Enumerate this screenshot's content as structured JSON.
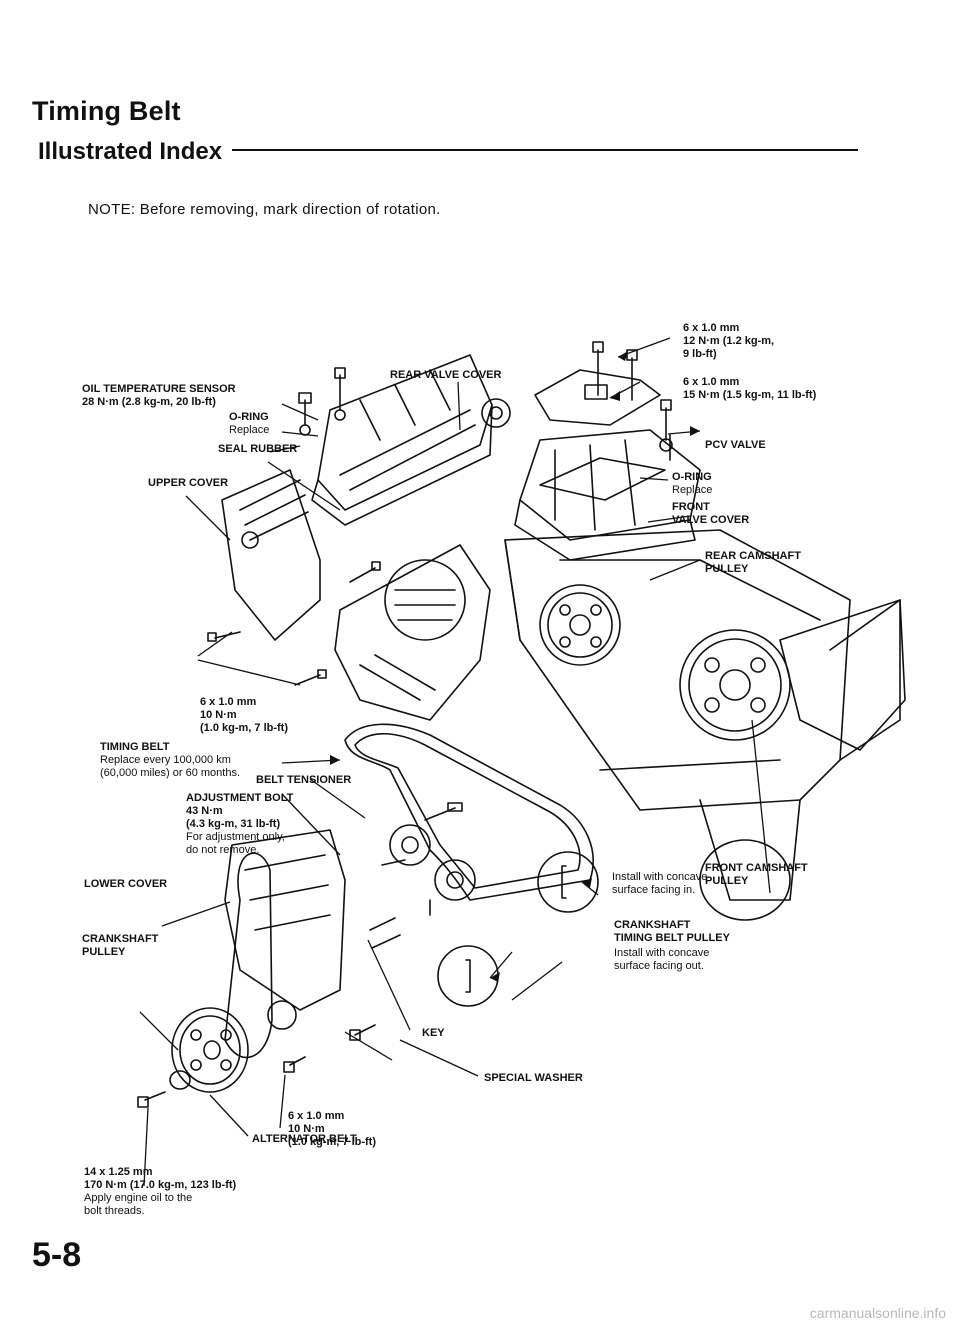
{
  "header": {
    "title": "Timing Belt",
    "subtitle": "Illustrated Index",
    "note": "NOTE: Before removing, mark direction of rotation."
  },
  "labels": {
    "bolt_top_right_1": "6 x 1.0 mm\n12 N·m (1.2 kg-m,\n9 lb-ft)",
    "rear_valve_cover": "REAR VALVE COVER",
    "oil_temp_sensor": "OIL TEMPERATURE SENSOR\n28 N·m (2.8 kg-m, 20 lb-ft)",
    "bolt_top_right_2": "6 x 1.0 mm\n15 N·m (1.5 kg-m, 11 lb-ft)",
    "oring_1_title": "O-RING",
    "oring_1_note": "Replace",
    "seal_rubber": "SEAL RUBBER",
    "pcv_valve": "PCV VALVE",
    "upper_cover": "UPPER COVER",
    "oring_2_title": "O-RING",
    "oring_2_note": "Replace",
    "front_valve_cover": "FRONT\nVALVE COVER",
    "rear_camshaft_pulley": "REAR CAMSHAFT\nPULLEY",
    "bolt_mid_left": "6 x 1.0 mm\n10 N·m\n(1.0 kg-m, 7 lb-ft)",
    "timing_belt_title": "TIMING BELT",
    "timing_belt_note": "Replace every 100,000 km\n(60,000 miles) or 60 months.",
    "belt_tensioner": "BELT TENSIONER",
    "adjustment_bolt_title": "ADJUSTMENT BOLT\n43 N·m\n(4.3 kg-m, 31 lb-ft)",
    "adjustment_bolt_note": "For adjustment only,\ndo not remove.",
    "front_camshaft_pulley": "FRONT CAMSHAFT\nPULLEY",
    "lower_cover": "LOWER COVER",
    "concave_in": "Install with concave\nsurface facing in.",
    "crankshaft_timing_pulley": "CRANKSHAFT\nTIMING BELT PULLEY",
    "crankshaft_pulley": "CRANKSHAFT\nPULLEY",
    "concave_out": "Install with concave\nsurface facing out.",
    "key": "KEY",
    "special_washer": "SPECIAL WASHER",
    "bolt_bottom_mid": "6 x 1.0 mm\n10 N·m\n(1.0 kg-m, 7 lb-ft)",
    "alternator_belt": "ALTERNATOR BELT",
    "crank_bolt_title": "14 x 1.25 mm\n170 N·m (17.0 kg-m, 123 lb-ft)",
    "crank_bolt_note": "Apply engine oil to the\nbolt threads."
  },
  "footer": {
    "page_number": "5-8",
    "watermark": "carmanualsonline.info"
  }
}
